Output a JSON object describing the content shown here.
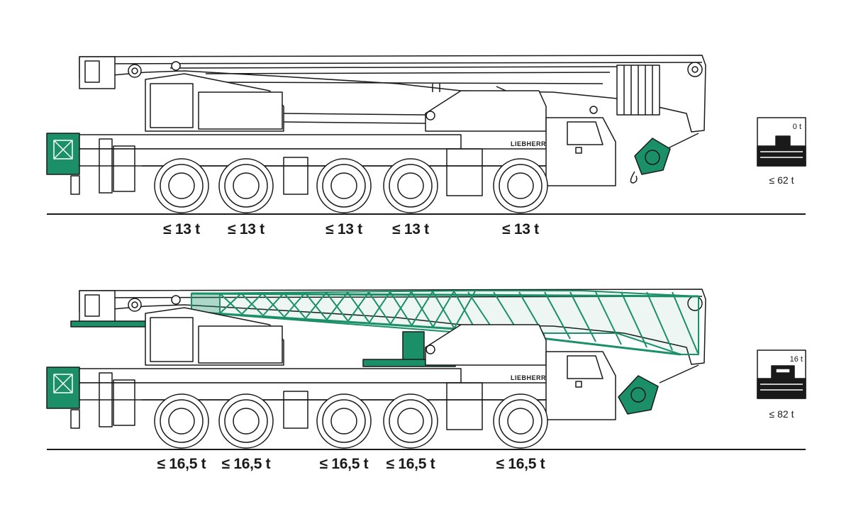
{
  "brand": "LIEBHERR",
  "colors": {
    "accent": "#1a8f68",
    "line": "#1a1a1a"
  },
  "configurations": [
    {
      "id": "top",
      "axle_loads": [
        "≤ 13 t",
        "≤ 13 t",
        "≤ 13 t",
        "≤ 13 t",
        "≤ 13 t"
      ],
      "ballast_icon": {
        "value_label": "0 t",
        "total_label": "≤ 62 t"
      }
    },
    {
      "id": "bottom",
      "axle_loads": [
        "≤ 16,5 t",
        "≤ 16,5 t",
        "≤ 16,5 t",
        "≤ 16,5 t",
        "≤ 16,5 t"
      ],
      "ballast_icon": {
        "value_label": "16 t",
        "total_label": "≤ 82 t"
      }
    }
  ]
}
